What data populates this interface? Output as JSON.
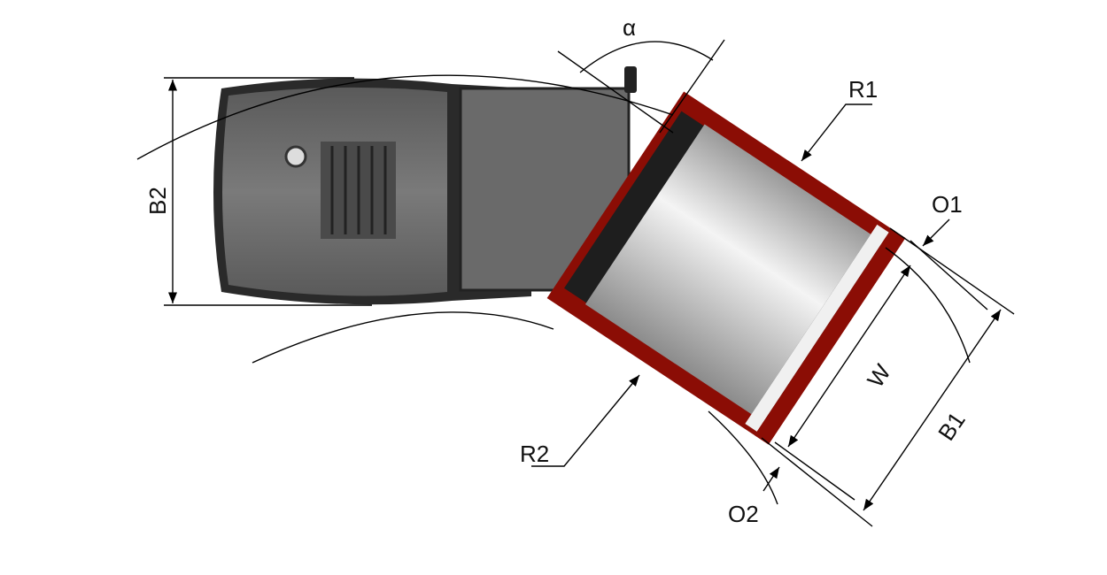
{
  "labels": {
    "alpha": "α",
    "r1": "R1",
    "r2": "R2",
    "b1": "B1",
    "b2": "B2",
    "w": "W",
    "o1": "O1",
    "o2": "O2"
  },
  "colors": {
    "body": "#6e6e6e",
    "body_dark": "#2a2a2a",
    "frame": "#8b0d05",
    "drum": "#d8d8d8"
  }
}
